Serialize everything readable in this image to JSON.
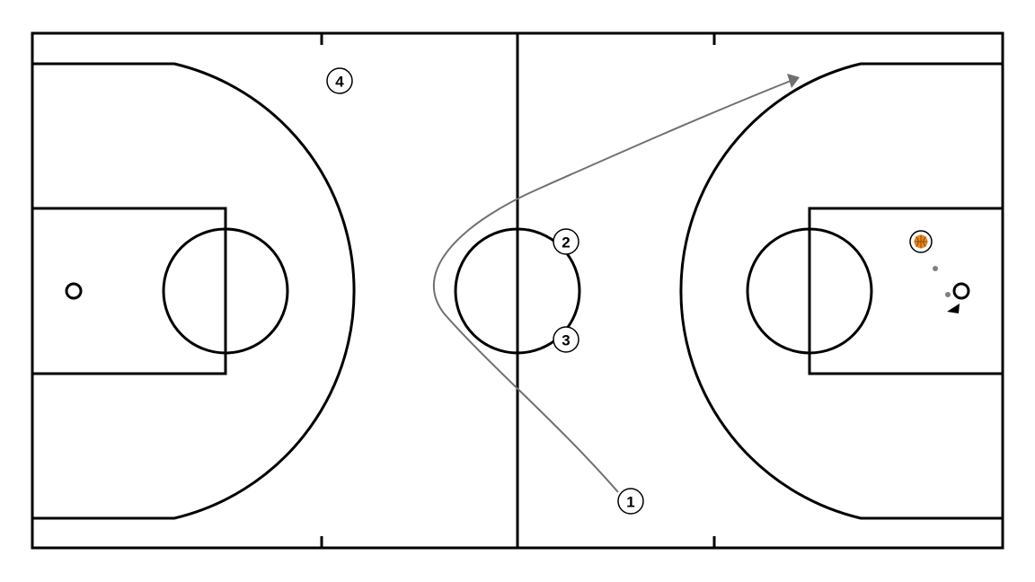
{
  "colors": {
    "court_lines": "#000000",
    "background": "#ffffff",
    "movement_path": "#707070",
    "ball": "#E8891C",
    "ball_seams": "#8A4A10",
    "pass_dots": "#808080"
  },
  "players": [
    {
      "id": "player-1",
      "label": "1"
    },
    {
      "id": "player-2",
      "label": "2"
    },
    {
      "id": "player-3",
      "label": "3"
    },
    {
      "id": "player-4",
      "label": "4"
    }
  ],
  "icons": {
    "ball": "basketball-icon",
    "arrow": "arrowhead-icon"
  }
}
